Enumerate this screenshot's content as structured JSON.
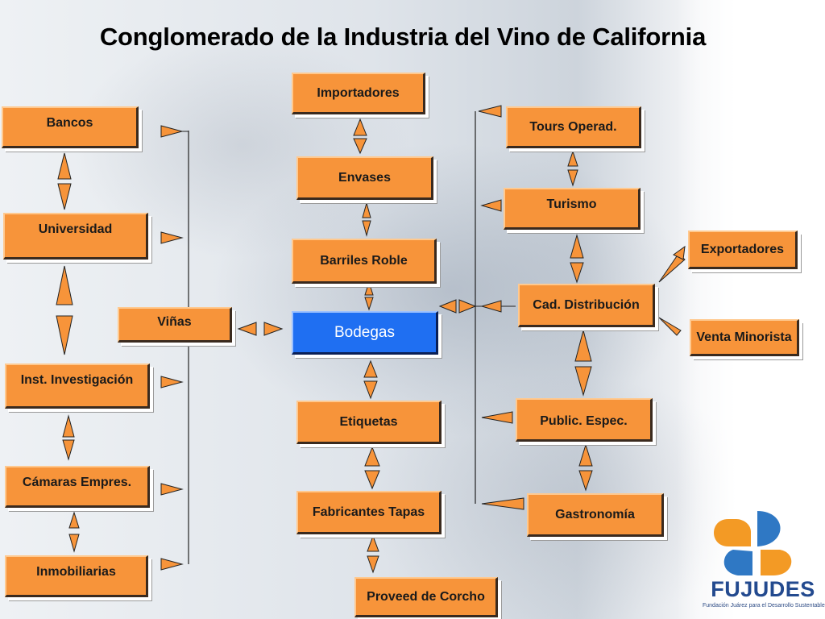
{
  "title": "Conglomerado de la Industria del Vino de California",
  "nodes": {
    "bancos": "Bancos",
    "universidad": "Universidad",
    "inst_investigacion": "Inst. Investigación",
    "camaras": "Cámaras Empres.",
    "inmobiliarias": "Inmobiliarias",
    "vinas": "Viñas",
    "importadores": "Importadores",
    "envases": "Envases",
    "barriles": "Barriles Roble",
    "bodegas": "Bodegas",
    "etiquetas": "Etiquetas",
    "fabricantes_tapas": "Fabricantes Tapas",
    "proveed_corcho": "Proveed de Corcho",
    "tours": "Tours Operad.",
    "turismo": "Turismo",
    "cad_distribucion": "Cad. Distribución",
    "public_espec": "Public. Espec.",
    "gastronomia": "Gastronomía",
    "exportadores": "Exportadores",
    "venta_minorista": "Venta Minorista"
  },
  "logo": {
    "name": "FUJUDES",
    "tagline": "Fundación Juárez para el Desarrollo Sustentable"
  },
  "colors": {
    "box": "#f7943a",
    "highlight": "#1f6ff2",
    "arrow_fill": "#f7943a",
    "line": "#222222"
  }
}
